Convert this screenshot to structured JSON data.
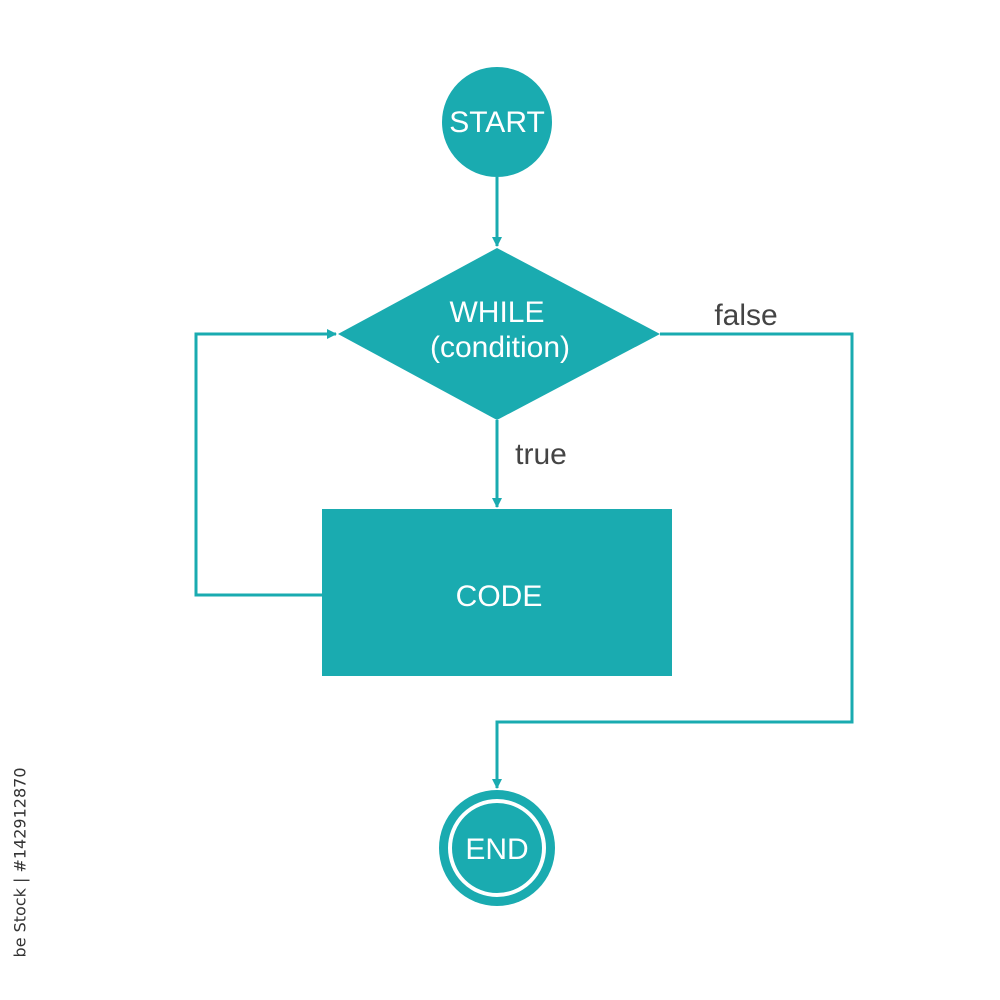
{
  "colors": {
    "accent": "#1aabb0",
    "text_dark": "#444444",
    "text_light": "#ffffff"
  },
  "nodes": {
    "start": "START",
    "condition_line1": "WHILE",
    "condition_line2": "(condition)",
    "code": "CODE",
    "end": "END"
  },
  "edges": {
    "true_label": "true",
    "false_label": "false"
  },
  "watermark": "be Stock | #142912870"
}
